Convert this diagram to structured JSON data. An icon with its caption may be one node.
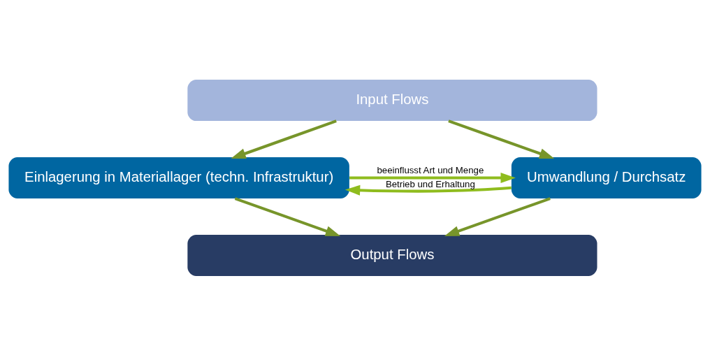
{
  "diagram": {
    "nodes": [
      {
        "text": [
          "Input Flows"
        ]
      },
      {
        "text": [
          "Einlagerung in Materiallager (techn. Infrastruktur)"
        ]
      },
      {
        "text": [
          "Umwandlung / Durchsatz"
        ]
      },
      {
        "text": [
          "Output Flows"
        ]
      }
    ],
    "edges": [
      {
        "from": 0,
        "to": 1,
        "arrow": "to"
      },
      {
        "from": 0,
        "to": 2,
        "arrow": "to"
      },
      {
        "from": 1,
        "to": 2,
        "arrow": "to",
        "label": "beeinflusst Art und Menge",
        "color": "#8fbc1e"
      },
      {
        "from": 2,
        "to": 1,
        "arrow": "to",
        "label": "Betrieb und Erhaltung",
        "color": "#8fbc1e"
      },
      {
        "from": 1,
        "to": 3,
        "arrow": "to"
      },
      {
        "from": 2,
        "to": 3,
        "arrow": "to"
      }
    ]
  }
}
